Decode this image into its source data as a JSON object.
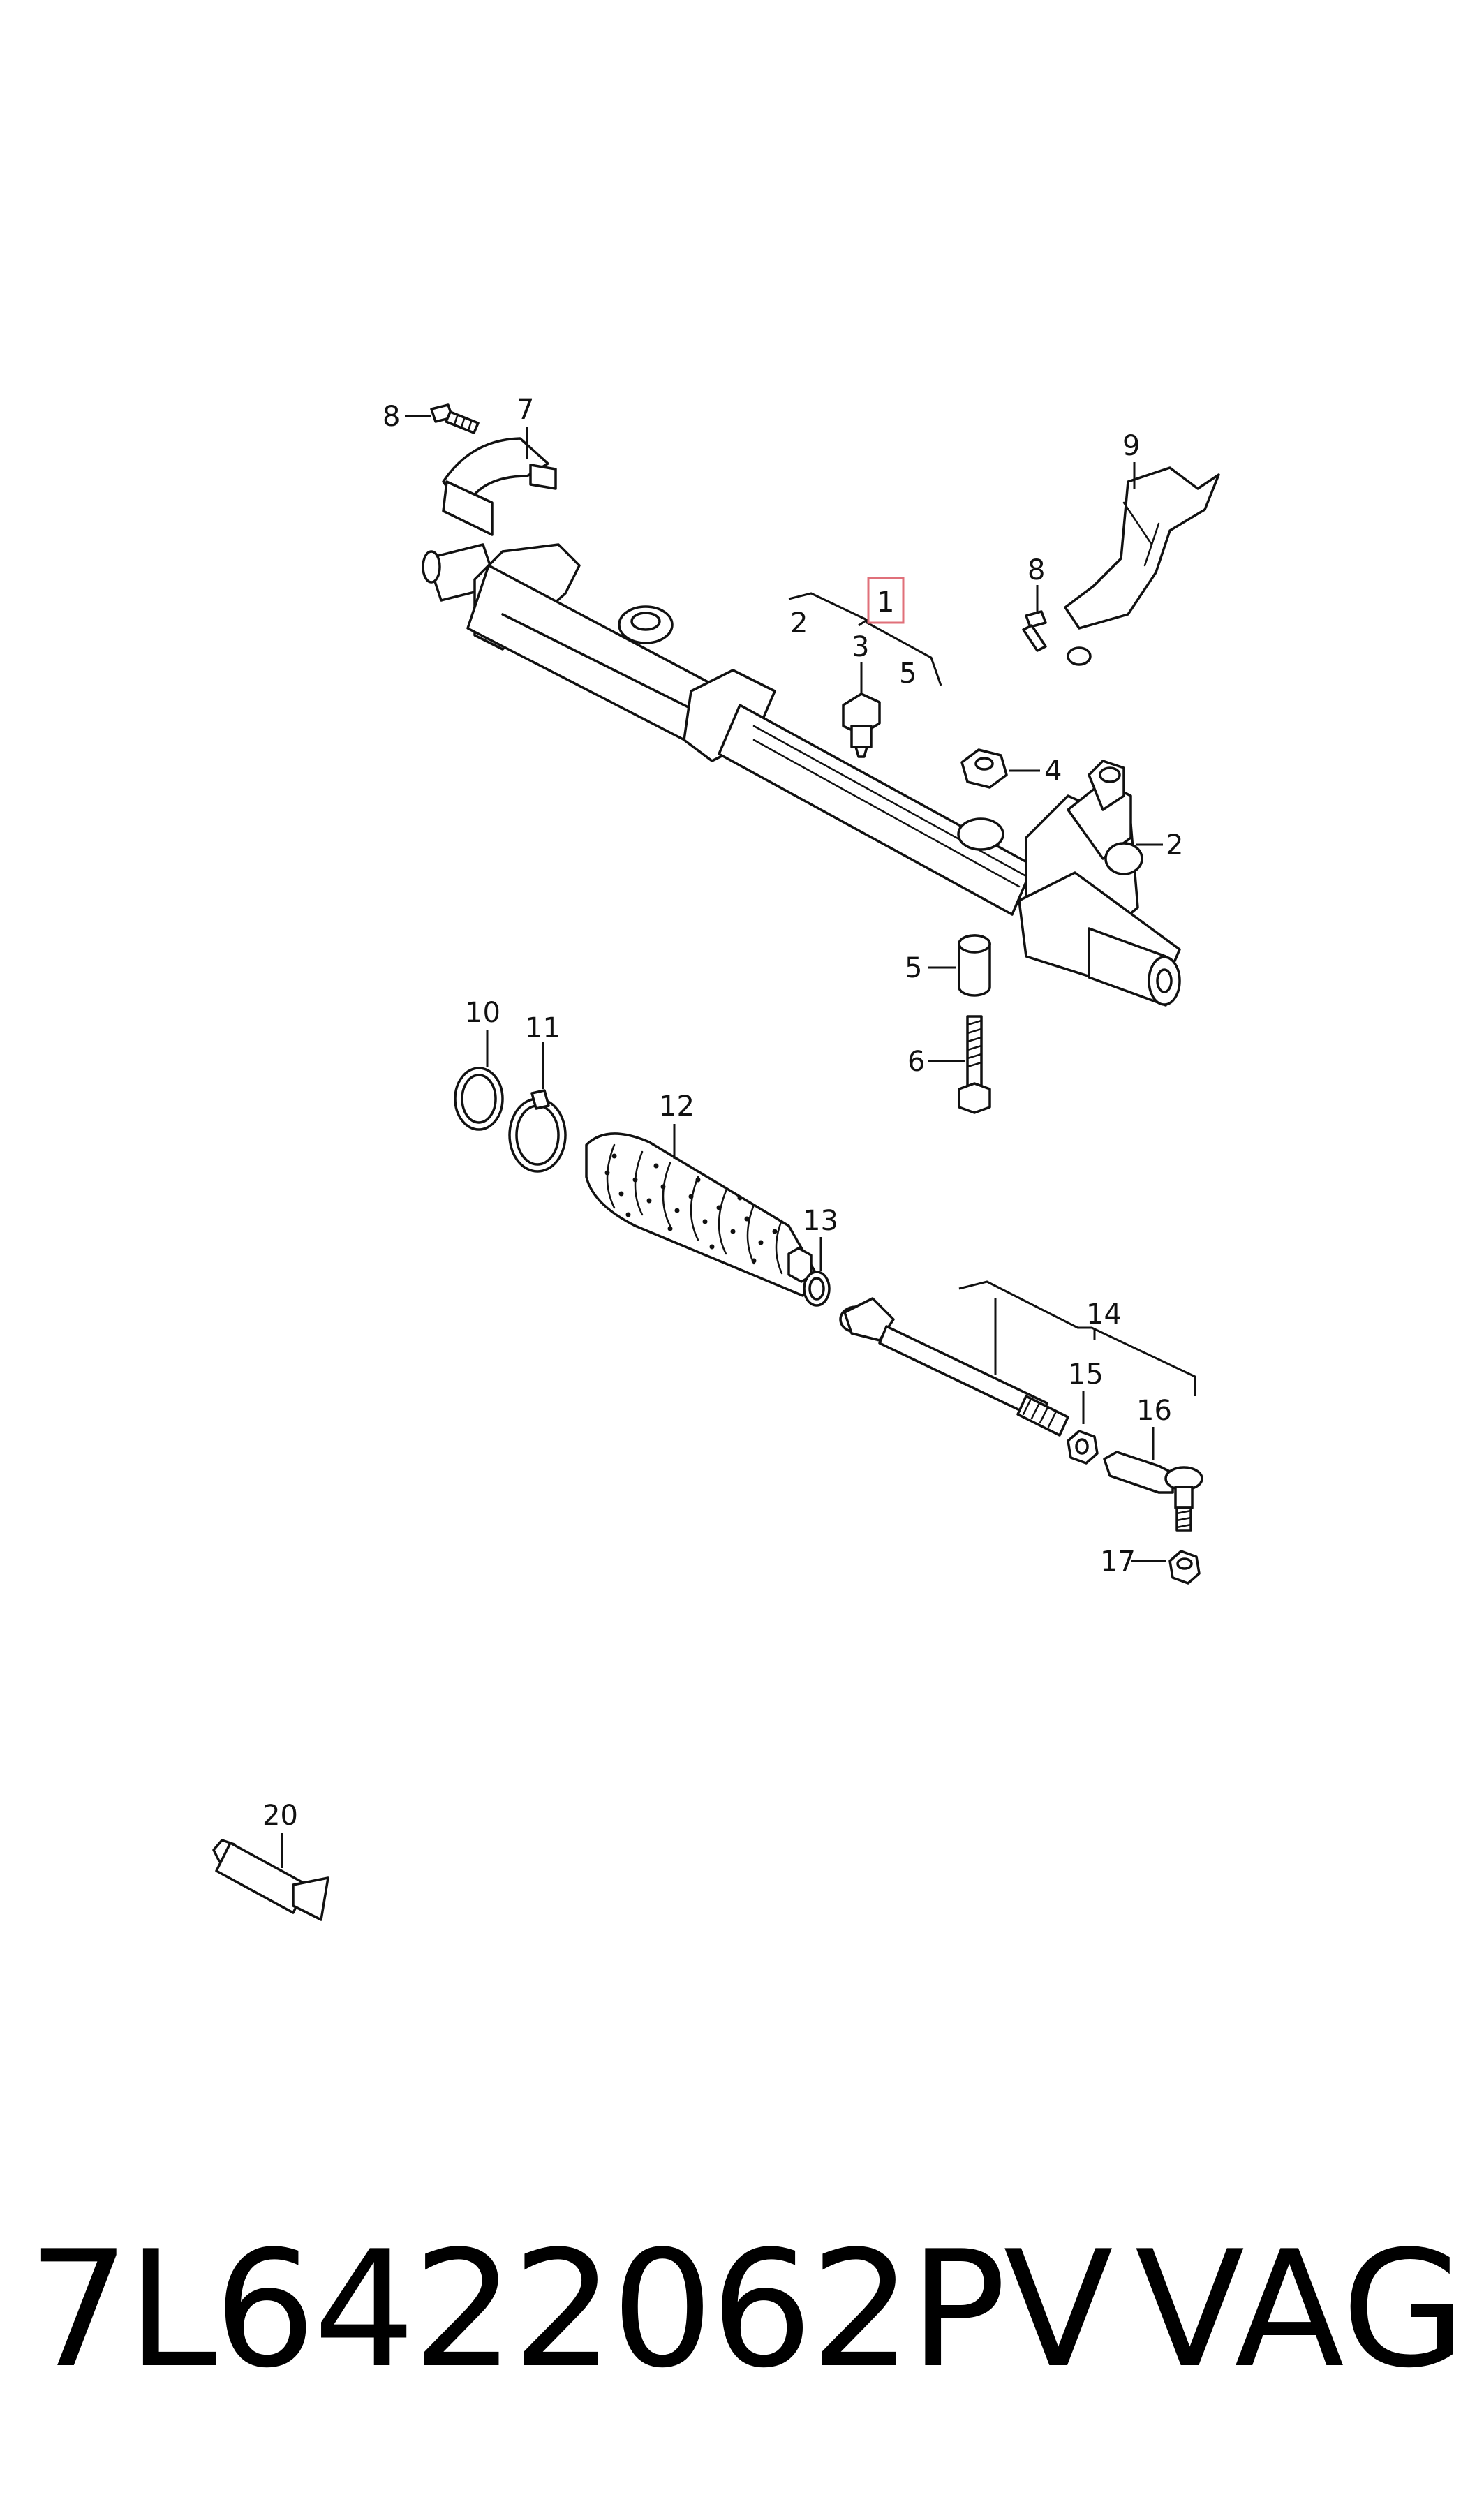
{
  "callouts": {
    "c1": "1",
    "c2a": "2",
    "c2b": "2",
    "c3": "3",
    "c4": "4",
    "c5a": "5",
    "c5b": "5",
    "c6": "6",
    "c7": "7",
    "c8a": "8",
    "c8b": "8",
    "c9": "9",
    "c10": "10",
    "c11": "11",
    "c12": "12",
    "c13": "13",
    "c14": "14",
    "c15": "15",
    "c16": "16",
    "c17": "17",
    "c20": "20"
  },
  "highlight_color": "#e0707a",
  "footer": {
    "part_number": "7L6422062PV",
    "brand": "VAG"
  }
}
